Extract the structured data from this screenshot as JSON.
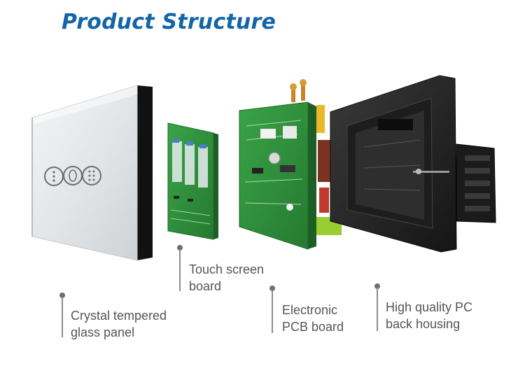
{
  "title": "Product Structure",
  "labels": {
    "glass_panel": [
      "Crystal tempered",
      "glass panel"
    ],
    "touch_board": [
      "Touch screen",
      "board"
    ],
    "pcb_board": [
      "Electronic",
      "PCB board"
    ],
    "back_housing": [
      "High quality PC",
      "back housing"
    ]
  },
  "colors": {
    "title": "#1464a8",
    "label_text": "#555555",
    "leader_line": "#8c8c8c",
    "pcb_green": "#2f8f3a",
    "glass_panel": "#e4e6e8",
    "housing": "#2a2a2a"
  }
}
